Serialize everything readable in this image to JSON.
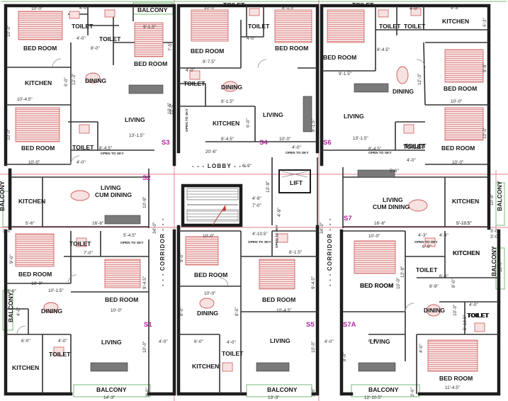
{
  "colors": {
    "wall": "#1d1d1d",
    "furniture": "#cf5757",
    "sofa": "#7a7a7a",
    "unit_label": "#b1259b",
    "green_line": "#77b877",
    "pink_line": "#e07c8f"
  },
  "room_labels": [
    {
      "id": "r1",
      "text": "BED ROOM"
    },
    {
      "id": "r2",
      "text": "TOILET"
    },
    {
      "id": "r3",
      "text": "TOILET"
    },
    {
      "id": "r4",
      "text": "BALCONY"
    },
    {
      "id": "r5",
      "text": "BED ROOM"
    },
    {
      "id": "r6",
      "text": "KITCHEN"
    },
    {
      "id": "r7",
      "text": "DINING"
    },
    {
      "id": "r8",
      "text": "LIVING"
    },
    {
      "id": "r9",
      "text": "BED ROOM"
    },
    {
      "id": "r10",
      "text": "TOILET"
    },
    {
      "id": "r11",
      "text": "KITCHEN"
    },
    {
      "id": "r12",
      "text": "LIVING"
    },
    {
      "id": "r13",
      "text": "CUM DINING"
    },
    {
      "id": "r14",
      "text": "BALCONY"
    },
    {
      "id": "r15",
      "text": "BED ROOM"
    },
    {
      "id": "r16",
      "text": "TOILET"
    },
    {
      "id": "r17",
      "text": "BED ROOM"
    },
    {
      "id": "r18",
      "text": "DINING"
    },
    {
      "id": "r19",
      "text": "BALCONY"
    },
    {
      "id": "r20",
      "text": "LIVING"
    },
    {
      "id": "r21",
      "text": "KITCHEN"
    },
    {
      "id": "r22",
      "text": "TOILET"
    },
    {
      "id": "r23",
      "text": "BALCONY"
    },
    {
      "id": "r24",
      "text": "TOILET"
    },
    {
      "id": "r25",
      "text": "BED ROOM"
    },
    {
      "id": "r26",
      "text": "TOILET"
    },
    {
      "id": "r27",
      "text": "BED ROOM"
    },
    {
      "id": "r28",
      "text": "TOILET"
    },
    {
      "id": "r29",
      "text": "DINING"
    },
    {
      "id": "r30",
      "text": "LIVING"
    },
    {
      "id": "r31",
      "text": "KITCHEN"
    },
    {
      "id": "r32",
      "text": "TOILET"
    },
    {
      "id": "r33",
      "text": "BED ROOM"
    },
    {
      "id": "r34",
      "text": "KITCHEN"
    },
    {
      "id": "r35",
      "text": "BED ROOM"
    },
    {
      "id": "r36",
      "text": "BED ROOM"
    },
    {
      "id": "r37",
      "text": "TOILET"
    },
    {
      "id": "r38",
      "text": "DINING"
    },
    {
      "id": "r39",
      "text": "LIVING"
    },
    {
      "id": "r40",
      "text": "KITCHEN"
    },
    {
      "id": "r41",
      "text": "TOILET"
    },
    {
      "id": "r42",
      "text": "BALCONY"
    },
    {
      "id": "r43",
      "text": "TOILET"
    },
    {
      "id": "r44",
      "text": "TOILET"
    },
    {
      "id": "r45",
      "text": "KITCHEN"
    },
    {
      "id": "r46",
      "text": "BED ROOM"
    },
    {
      "id": "r47",
      "text": "BED ROOM"
    },
    {
      "id": "r48",
      "text": "DINING"
    },
    {
      "id": "r49",
      "text": "LIVING"
    },
    {
      "id": "r50",
      "text": "BED ROOM"
    },
    {
      "id": "r51",
      "text": "TOILET"
    },
    {
      "id": "r52",
      "text": "LIVING"
    },
    {
      "id": "r53",
      "text": "CUM DINING"
    },
    {
      "id": "r54",
      "text": "KITCHEN"
    },
    {
      "id": "r55",
      "text": "BALCONY"
    },
    {
      "id": "r56",
      "text": "BED ROOM"
    },
    {
      "id": "r57",
      "text": "TOILET"
    },
    {
      "id": "r58",
      "text": "KITCHEN"
    },
    {
      "id": "r59",
      "text": "TOILET"
    },
    {
      "id": "r60",
      "text": "DINING"
    },
    {
      "id": "r61",
      "text": "BALCONY"
    },
    {
      "id": "r62",
      "text": "LIVING"
    },
    {
      "id": "r63",
      "text": "TOILET"
    },
    {
      "id": "r64",
      "text": "BED ROOM"
    },
    {
      "id": "r65",
      "text": "BALCONY"
    },
    {
      "id": "r66",
      "text": "LIFT"
    }
  ],
  "small_labels": [
    {
      "id": "o1",
      "text": "OPEN TO SKY"
    },
    {
      "id": "o2",
      "text": "OPEN TO SKY"
    },
    {
      "id": "o3",
      "text": "OPEN TO SKY"
    },
    {
      "id": "o4",
      "text": "OPEN TO SKY"
    },
    {
      "id": "o5",
      "text": "OPEN TO SKY"
    },
    {
      "id": "o6",
      "text": "OPEN TO SKY"
    },
    {
      "id": "o7",
      "text": "OPEN TO SKY"
    },
    {
      "id": "o8",
      "text": "OPEN TO SKY"
    }
  ],
  "unit_labels": [
    {
      "id": "u1",
      "text": "S3"
    },
    {
      "id": "u2",
      "text": "S4"
    },
    {
      "id": "u3",
      "text": "S6"
    },
    {
      "id": "u4",
      "text": "S2"
    },
    {
      "id": "u5",
      "text": "S7"
    },
    {
      "id": "u6",
      "text": "S1"
    },
    {
      "id": "u7",
      "text": "S5"
    },
    {
      "id": "u8",
      "text": "S7A"
    }
  ],
  "circulation_labels": [
    {
      "id": "c1",
      "text": "- - - LOBBY - - -"
    },
    {
      "id": "c2",
      "text": "- - - CORRIDOR - - -"
    },
    {
      "id": "c3",
      "text": "- - - CORRIDOR - - -"
    }
  ],
  "dimensions": [
    {
      "id": "d1",
      "text": "10'-0\""
    },
    {
      "id": "d2",
      "text": "4'-0\""
    },
    {
      "id": "d3",
      "text": "10'-0\""
    },
    {
      "id": "d4",
      "text": "4'-0\""
    },
    {
      "id": "d5",
      "text": "9'-1.5\""
    },
    {
      "id": "d6",
      "text": "7'-5\""
    },
    {
      "id": "d7",
      "text": "8'-0\""
    },
    {
      "id": "d8",
      "text": "12'-3\""
    },
    {
      "id": "d9",
      "text": "6'-0\""
    },
    {
      "id": "d10",
      "text": "10'-4.5\""
    },
    {
      "id": "d11",
      "text": "10'-6\""
    },
    {
      "id": "d12",
      "text": "13'-1.5\""
    },
    {
      "id": "d13",
      "text": "10'-0\""
    },
    {
      "id": "d14",
      "text": "10'-0\""
    },
    {
      "id": "d15",
      "text": "4'-0\""
    },
    {
      "id": "d16",
      "text": "8'-4.5\""
    },
    {
      "id": "d17",
      "text": "20'-6\""
    },
    {
      "id": "d18",
      "text": "10'-0\""
    },
    {
      "id": "d19",
      "text": "4'-0\""
    },
    {
      "id": "d20",
      "text": "8'-1.5\""
    },
    {
      "id": "d21",
      "text": "9'-7.5\""
    },
    {
      "id": "d22",
      "text": "4'-0\""
    },
    {
      "id": "d23",
      "text": "8'-1.5\""
    },
    {
      "id": "d24",
      "text": "10'-0\""
    },
    {
      "id": "d25",
      "text": "8'-4.5\""
    },
    {
      "id": "d26",
      "text": "10'-0\""
    },
    {
      "id": "d27",
      "text": "6'-0\""
    },
    {
      "id": "d28",
      "text": "8'-1.5\""
    },
    {
      "id": "d29",
      "text": "4'-0\""
    },
    {
      "id": "d30",
      "text": "9'-1.5\""
    },
    {
      "id": "d31",
      "text": "12'-3\""
    },
    {
      "id": "d32",
      "text": "13'-1.5\""
    },
    {
      "id": "d33",
      "text": "8'-4.5\""
    },
    {
      "id": "d34",
      "text": "9'-3\""
    },
    {
      "id": "d35",
      "text": "4'-0\""
    },
    {
      "id": "d36",
      "text": "8'-4.5\""
    },
    {
      "id": "d37",
      "text": "10'-0\""
    },
    {
      "id": "d38",
      "text": "9'-9\""
    },
    {
      "id": "d39",
      "text": "6'-3\""
    },
    {
      "id": "d40",
      "text": "10'-0\""
    },
    {
      "id": "d41",
      "text": "4'-0\""
    },
    {
      "id": "d42",
      "text": "10'-0\""
    },
    {
      "id": "d43",
      "text": "5'-6\""
    },
    {
      "id": "d44",
      "text": "16'-6\""
    },
    {
      "id": "d45",
      "text": "10'-9\""
    },
    {
      "id": "d46",
      "text": "5'-10.5\""
    },
    {
      "id": "d47",
      "text": "3'-0\""
    },
    {
      "id": "d48",
      "text": "13'-9\""
    },
    {
      "id": "d49",
      "text": "7'-0\""
    },
    {
      "id": "d50",
      "text": "4'-9\""
    },
    {
      "id": "d51",
      "text": "4'-9\""
    },
    {
      "id": "d52",
      "text": "6'-9\""
    },
    {
      "id": "d53",
      "text": "5'-6\""
    },
    {
      "id": "d54",
      "text": "16'-6\""
    },
    {
      "id": "d55",
      "text": "5'-10.5\""
    },
    {
      "id": "d56",
      "text": "10'-9\""
    },
    {
      "id": "d57",
      "text": "3'-0\""
    },
    {
      "id": "d58",
      "text": "9'-0\""
    },
    {
      "id": "d59",
      "text": "7'-0\""
    },
    {
      "id": "d60",
      "text": "5'-4.5\""
    },
    {
      "id": "d61",
      "text": "10'-0\""
    },
    {
      "id": "d62",
      "text": "10'-1.5\""
    },
    {
      "id": "d63",
      "text": "9'-4.5\""
    },
    {
      "id": "d64",
      "text": "10'-0\""
    },
    {
      "id": "d65",
      "text": "3'-0\""
    },
    {
      "id": "d66",
      "text": "4'-0\""
    },
    {
      "id": "d67",
      "text": "10'-0\""
    },
    {
      "id": "d68",
      "text": "6'-0\""
    },
    {
      "id": "d69",
      "text": "4'-0\""
    },
    {
      "id": "d70",
      "text": "14'-3\""
    },
    {
      "id": "d71",
      "text": "3'-6\""
    },
    {
      "id": "d72",
      "text": "10'-0\""
    },
    {
      "id": "d73",
      "text": "4'-10.5\""
    },
    {
      "id": "d74",
      "text": "8'-1.5\""
    },
    {
      "id": "d75",
      "text": "9'-0\""
    },
    {
      "id": "d76",
      "text": "10'-0\""
    },
    {
      "id": "d77",
      "text": "9'-4.5\""
    },
    {
      "id": "d78",
      "text": "8'-0\""
    },
    {
      "id": "d79",
      "text": "10'-4.5\""
    },
    {
      "id": "d80",
      "text": "8'-0\""
    },
    {
      "id": "d81",
      "text": "6'-0\""
    },
    {
      "id": "d82",
      "text": "4'-0\""
    },
    {
      "id": "d83",
      "text": "10'-0\""
    },
    {
      "id": "d84",
      "text": "13'-3\""
    },
    {
      "id": "d85",
      "text": "3'-6\""
    },
    {
      "id": "d86",
      "text": "10'-0\""
    },
    {
      "id": "d87",
      "text": "4'-3\""
    },
    {
      "id": "d88",
      "text": "4'-9\""
    },
    {
      "id": "d89",
      "text": "3'-0\""
    },
    {
      "id": "d90",
      "text": "13'-9\""
    },
    {
      "id": "d91",
      "text": "6'-0\""
    },
    {
      "id": "d92",
      "text": "11'-6\""
    },
    {
      "id": "d93",
      "text": "8'-9\""
    },
    {
      "id": "d94",
      "text": "4'-0\""
    },
    {
      "id": "d95",
      "text": "5'-10.5\""
    },
    {
      "id": "d96",
      "text": "10'-0\""
    },
    {
      "id": "d97",
      "text": "6'-0\""
    },
    {
      "id": "d98",
      "text": "10'-0\""
    },
    {
      "id": "d99",
      "text": "4'-0\""
    },
    {
      "id": "d100",
      "text": "12'-10.5\""
    },
    {
      "id": "d101",
      "text": "11'-4.5\""
    },
    {
      "id": "d102",
      "text": "3'-6\""
    },
    {
      "id": "d103",
      "text": "34'-0\""
    },
    {
      "id": "d104",
      "text": "34'-0\""
    },
    {
      "id": "d105",
      "text": "4'-0\""
    },
    {
      "id": "d106",
      "text": "4'-0\""
    },
    {
      "id": "d107",
      "text": "6'-9\""
    },
    {
      "id": "d108",
      "text": "8'-0\""
    },
    {
      "id": "d109",
      "text": "8'-0\""
    }
  ]
}
